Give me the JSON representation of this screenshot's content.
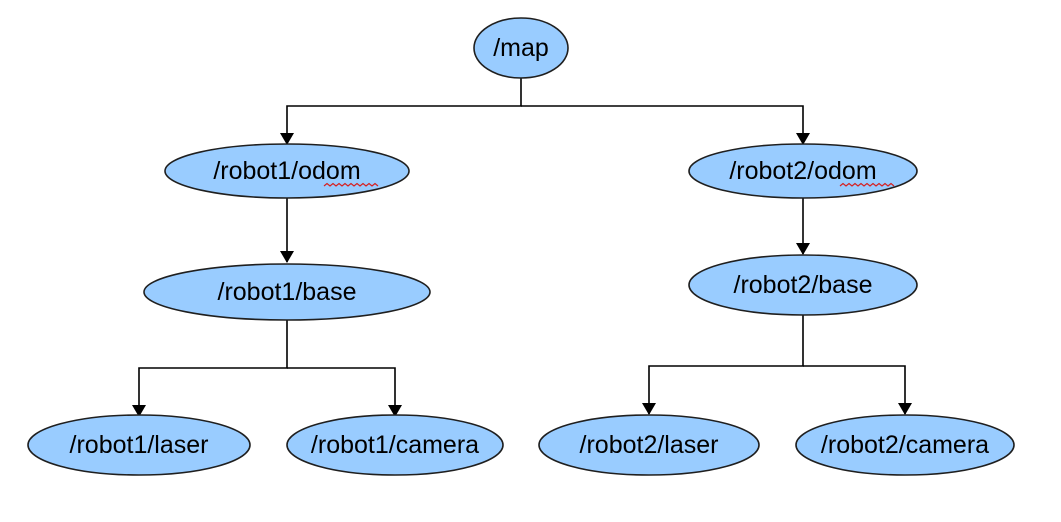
{
  "diagram": {
    "type": "tree",
    "colors": {
      "node_fill": "#99ccff",
      "node_stroke": "#1f1f1f",
      "edge": "#000000",
      "spellcheck_underline": "#d62020"
    },
    "nodes": {
      "map": "/map",
      "robot1_odom": "/robot1/odom",
      "robot2_odom": "/robot2/odom",
      "robot1_base": "/robot1/base",
      "robot2_base": "/robot2/base",
      "robot1_laser": "/robot1/laser",
      "robot1_camera": "/robot1/camera",
      "robot2_laser": "/robot2/laser",
      "robot2_camera": "/robot2/camera"
    },
    "edges": [
      [
        "/map",
        "/robot1/odom"
      ],
      [
        "/map",
        "/robot2/odom"
      ],
      [
        "/robot1/odom",
        "/robot1/base"
      ],
      [
        "/robot2/odom",
        "/robot2/base"
      ],
      [
        "/robot1/base",
        "/robot1/laser"
      ],
      [
        "/robot1/base",
        "/robot1/camera"
      ],
      [
        "/robot2/base",
        "/robot2/laser"
      ],
      [
        "/robot2/base",
        "/robot2/camera"
      ]
    ]
  }
}
